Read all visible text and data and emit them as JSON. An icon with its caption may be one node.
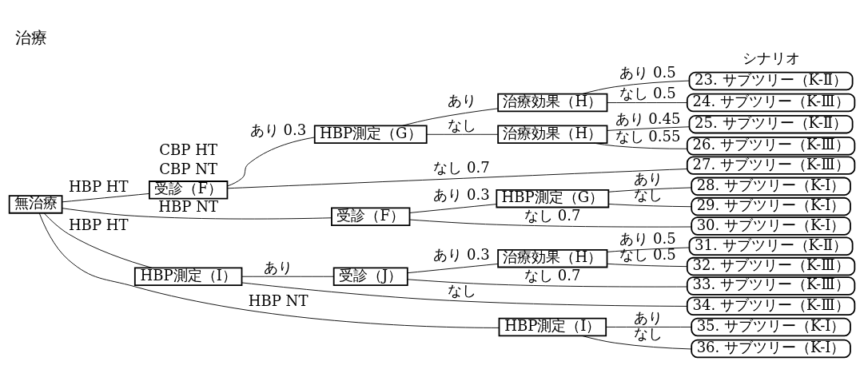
{
  "diagram": {
    "title": "治療",
    "nodes": [
      {
        "text": [
          "無治療"
        ]
      },
      {
        "text": [
          "受診（F）"
        ]
      },
      {
        "text": [
          "HBP測定（G）"
        ]
      },
      {
        "text": [
          "治療効果（H）"
        ]
      },
      {
        "text": [
          "治療効果（H）"
        ]
      },
      {
        "text": [
          "受診（F）"
        ]
      },
      {
        "text": [
          "HBP測定（G）"
        ]
      },
      {
        "text": [
          "HBP測定（I）"
        ]
      },
      {
        "text": [
          "受診（J）"
        ]
      },
      {
        "text": [
          "治療効果（H）"
        ]
      },
      {
        "text": [
          "HBP測定（I）"
        ]
      },
      {
        "text": [
          "23. サブツリー（K-Ⅱ）"
        ]
      },
      {
        "text": [
          "24. サブツリー（K-Ⅲ）"
        ]
      },
      {
        "text": [
          "25. サブツリー（K-Ⅱ）"
        ]
      },
      {
        "text": [
          "26. サブツリー（K-Ⅲ）"
        ]
      },
      {
        "text": [
          "27. サブツリー（K-Ⅲ）"
        ]
      },
      {
        "text": [
          "28. サブツリー（K-Ⅰ）"
        ]
      },
      {
        "text": [
          "29. サブツリー（K-Ⅰ）"
        ]
      },
      {
        "text": [
          "30. サブツリー（K-Ⅰ）"
        ]
      },
      {
        "text": [
          "31. サブツリー（K-Ⅱ）"
        ]
      },
      {
        "text": [
          "32. サブツリー（K-Ⅲ）"
        ]
      },
      {
        "text": [
          "33. サブツリー（K-Ⅲ）"
        ]
      },
      {
        "text": [
          "34. サブツリー（K-Ⅲ）"
        ]
      },
      {
        "text": [
          "35. サブツリー（K-Ⅰ）"
        ]
      },
      {
        "text": [
          "36. サブツリー（K-Ⅰ）"
        ]
      }
    ],
    "edges": [
      {
        "from": 0,
        "to": 1,
        "arrow": "none",
        "label": "HBP HT"
      },
      {
        "from": 0,
        "to": 5,
        "arrow": "none",
        "label": "HBP NT"
      },
      {
        "from": 0,
        "to": 7,
        "arrow": "none",
        "label": "HBP HT"
      },
      {
        "from": 0,
        "to": 10,
        "arrow": "none",
        "label": "HBP NT"
      },
      {
        "from": 1,
        "to": 2,
        "arrow": "none",
        "label": "あり 0.3"
      },
      {
        "from": 1,
        "to": 15,
        "arrow": "none",
        "label": "なし 0.7"
      },
      {
        "from": 2,
        "to": 3,
        "arrow": "none",
        "label": "あり"
      },
      {
        "from": 2,
        "to": 4,
        "arrow": "none",
        "label": "なし"
      },
      {
        "from": 3,
        "to": 11,
        "arrow": "none",
        "label": "あり 0.5"
      },
      {
        "from": 3,
        "to": 12,
        "arrow": "none",
        "label": "なし 0.5"
      },
      {
        "from": 4,
        "to": 13,
        "arrow": "none",
        "label": "あり 0.45"
      },
      {
        "from": 4,
        "to": 14,
        "arrow": "none",
        "label": "なし 0.55"
      },
      {
        "from": 5,
        "to": 6,
        "arrow": "none",
        "label": "あり 0.3"
      },
      {
        "from": 5,
        "to": 18,
        "arrow": "none",
        "label": "なし 0.7"
      },
      {
        "from": 6,
        "to": 16,
        "arrow": "none",
        "label": "あり"
      },
      {
        "from": 6,
        "to": 17,
        "arrow": "none",
        "label": "なし"
      },
      {
        "from": 7,
        "to": 8,
        "arrow": "none",
        "label": "あり"
      },
      {
        "from": 7,
        "to": 22,
        "arrow": "none",
        "label": "なし"
      },
      {
        "from": 8,
        "to": 9,
        "arrow": "none",
        "label": "あり 0.3"
      },
      {
        "from": 8,
        "to": 21,
        "arrow": "none",
        "label": "なし 0.7"
      },
      {
        "from": 9,
        "to": 19,
        "arrow": "none",
        "label": "あり 0.5"
      },
      {
        "from": 9,
        "to": 20,
        "arrow": "none",
        "label": "なし 0.5"
      },
      {
        "from": 10,
        "to": 23,
        "arrow": "none",
        "label": "あり"
      },
      {
        "from": 10,
        "to": 24,
        "arrow": "none",
        "label": "なし"
      }
    ],
    "labels": [
      "シナリオ",
      "CBP HT",
      "CBP NT"
    ]
  }
}
